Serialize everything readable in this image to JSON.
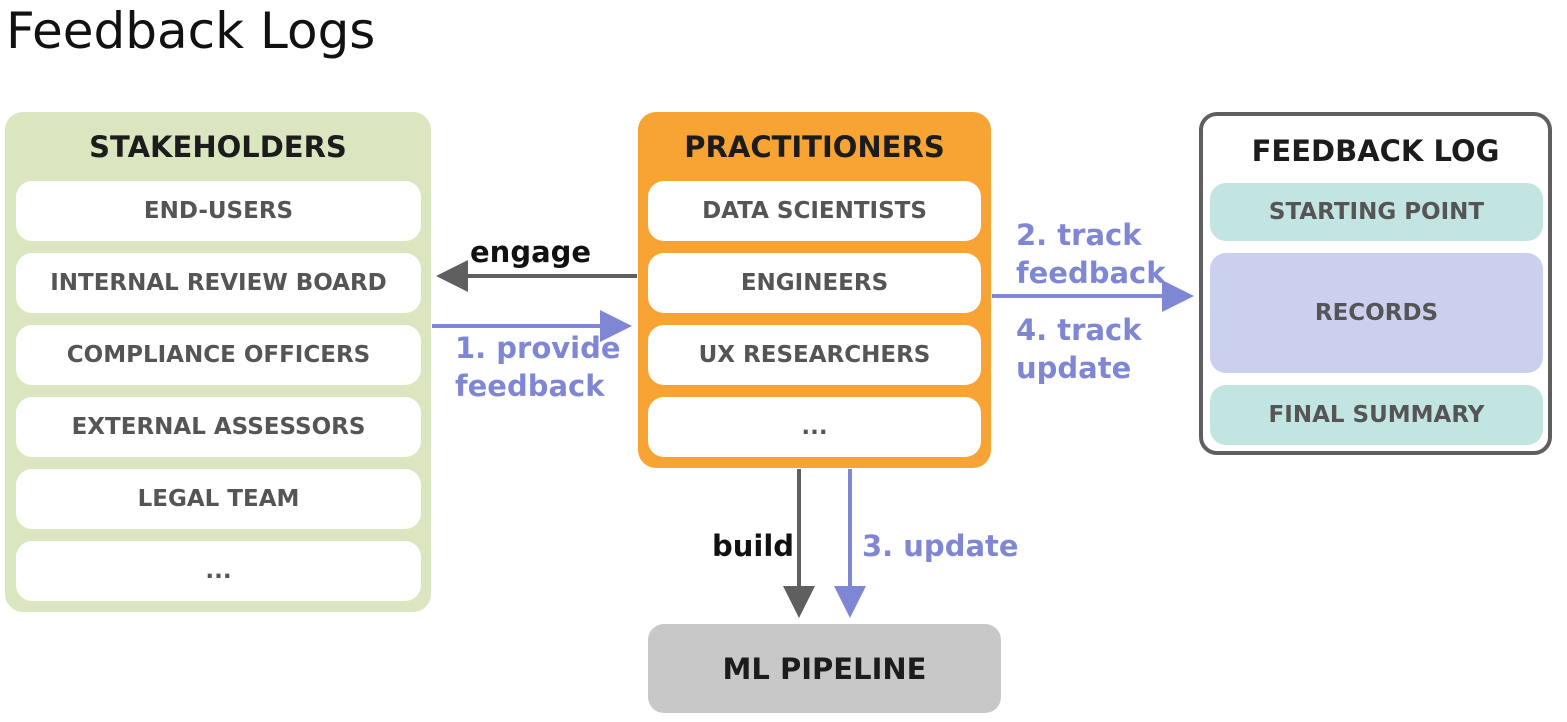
{
  "title": "Feedback Logs",
  "stakeholders": {
    "title": "STAKEHOLDERS",
    "items": [
      "END-USERS",
      "INTERNAL REVIEW BOARD",
      "COMPLIANCE OFFICERS",
      "EXTERNAL ASSESSORS",
      "LEGAL TEAM",
      "..."
    ]
  },
  "practitioners": {
    "title": "PRACTITIONERS",
    "items": [
      "DATA SCIENTISTS",
      "ENGINEERS",
      "UX RESEARCHERS",
      "..."
    ]
  },
  "feedback_log": {
    "title": "FEEDBACK LOG",
    "items": [
      "STARTING POINT",
      "RECORDS",
      "FINAL SUMMARY"
    ]
  },
  "ml_pipeline": {
    "title": "ML PIPELINE"
  },
  "edges": {
    "engage": "engage",
    "provide_1": "1. provide",
    "provide_2": "feedback",
    "track_feedback_1": "2. track",
    "track_feedback_2": "feedback",
    "track_update_1": "4. track",
    "track_update_2": "update",
    "build": "build",
    "update": "3. update"
  },
  "colors": {
    "stakeholders_bg": "#d9e6bf",
    "practitioners_bg": "#f7a434",
    "pipeline_bg": "#c8c8c8",
    "teal": "#c3e5e2",
    "lavender": "#ccd0ef",
    "dark_arrow": "#5f5f5f",
    "blue_arrow": "#7f86d4"
  }
}
